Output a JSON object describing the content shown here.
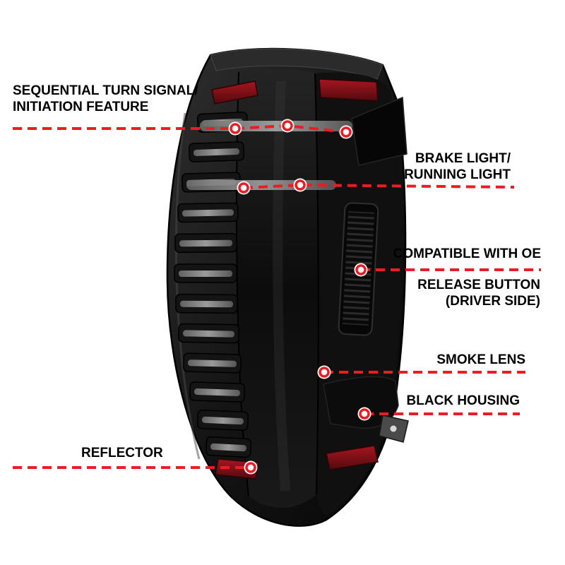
{
  "colors": {
    "annotation_red": "#ed1c24",
    "background": "#ffffff",
    "housing_black": "#0d0d0d",
    "reflector_red": "#8c1015"
  },
  "annotations": {
    "turn_signal": {
      "line1": "SEQUENTIAL TURN SIGNAL/",
      "line2": "INITIATION FEATURE"
    },
    "brake_light": {
      "line1": "BRAKE LIGHT/",
      "line2": "RUNNING LIGHT"
    },
    "oe_release": {
      "line1": "COMPATIBLE WITH OE",
      "line2": "RELEASE BUTTON",
      "line3": "(DRIVER SIDE)"
    },
    "smoke_lens": {
      "line1": "SMOKE LENS"
    },
    "black_housing": {
      "line1": "BLACK HOUSING"
    },
    "reflector": {
      "line1": "REFLECTOR"
    }
  }
}
